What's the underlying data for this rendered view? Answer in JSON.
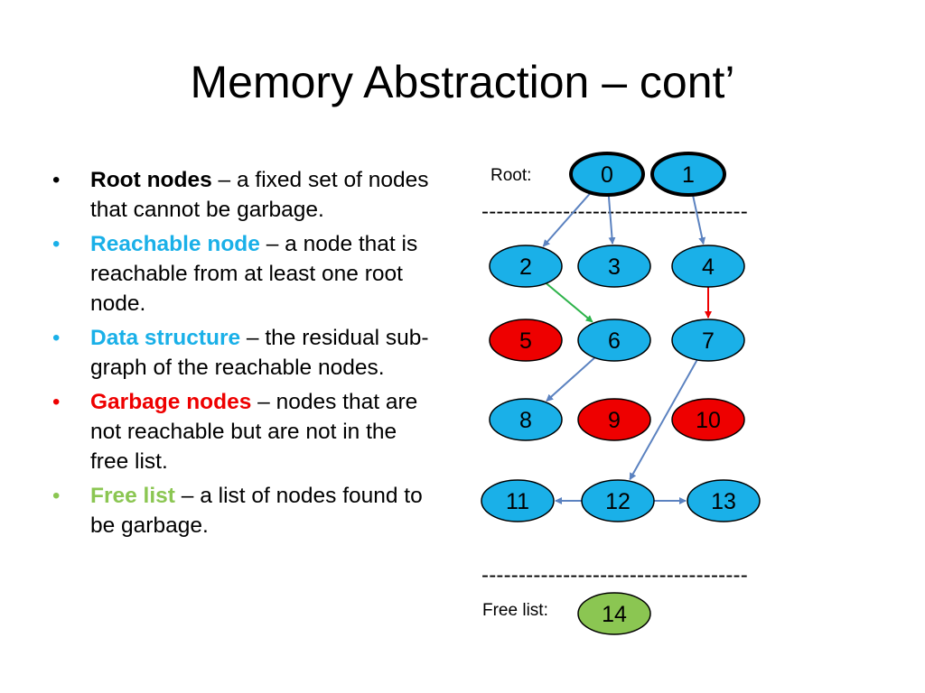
{
  "title": "Memory Abstraction – cont’",
  "bullets": [
    {
      "term": "Root nodes",
      "rest": " – a fixed set of nodes that cannot be garbage.",
      "color": "#000000"
    },
    {
      "term": "Reachable node",
      "rest": " – a node that is reachable from at least one root node.",
      "color": "#1ab0e8"
    },
    {
      "term": "Data structure",
      "rest": " – the residual sub-graph of the reachable nodes.",
      "color": "#1ab0e8"
    },
    {
      "term": "Garbage nodes",
      "rest": " – nodes that are not reachable but are not in the free list.",
      "color": "#ee0000"
    },
    {
      "term": "Free list",
      "rest": " – a list of nodes found to be garbage.",
      "color": "#8bc652"
    }
  ],
  "bullet_char": "•",
  "diagram": {
    "root_label": "Root:",
    "free_label": "Free list:",
    "separator": "------------------------------------",
    "colors": {
      "reachable": "#1ab0e8",
      "garbage": "#ee0000",
      "free": "#8bc652",
      "edge": "#5b82c0",
      "edge_green": "#2db34a",
      "edge_red": "#ee0000"
    },
    "nodes": [
      {
        "id": "0",
        "kind": "root"
      },
      {
        "id": "1",
        "kind": "root"
      },
      {
        "id": "2",
        "kind": "reachable"
      },
      {
        "id": "3",
        "kind": "reachable"
      },
      {
        "id": "4",
        "kind": "reachable"
      },
      {
        "id": "5",
        "kind": "garbage"
      },
      {
        "id": "6",
        "kind": "reachable"
      },
      {
        "id": "7",
        "kind": "reachable"
      },
      {
        "id": "8",
        "kind": "reachable"
      },
      {
        "id": "9",
        "kind": "garbage"
      },
      {
        "id": "10",
        "kind": "garbage"
      },
      {
        "id": "11",
        "kind": "reachable"
      },
      {
        "id": "12",
        "kind": "reachable"
      },
      {
        "id": "13",
        "kind": "reachable"
      },
      {
        "id": "14",
        "kind": "free"
      }
    ],
    "edges": [
      {
        "from": "0",
        "to": "2",
        "color": "edge"
      },
      {
        "from": "0",
        "to": "3",
        "color": "edge"
      },
      {
        "from": "1",
        "to": "4",
        "color": "edge"
      },
      {
        "from": "2",
        "to": "6",
        "color": "edge_green"
      },
      {
        "from": "4",
        "to": "7",
        "color": "edge_red"
      },
      {
        "from": "6",
        "to": "8",
        "color": "edge"
      },
      {
        "from": "7",
        "to": "12",
        "color": "edge"
      },
      {
        "from": "12",
        "to": "11",
        "color": "edge"
      },
      {
        "from": "12",
        "to": "13",
        "color": "edge"
      }
    ]
  }
}
